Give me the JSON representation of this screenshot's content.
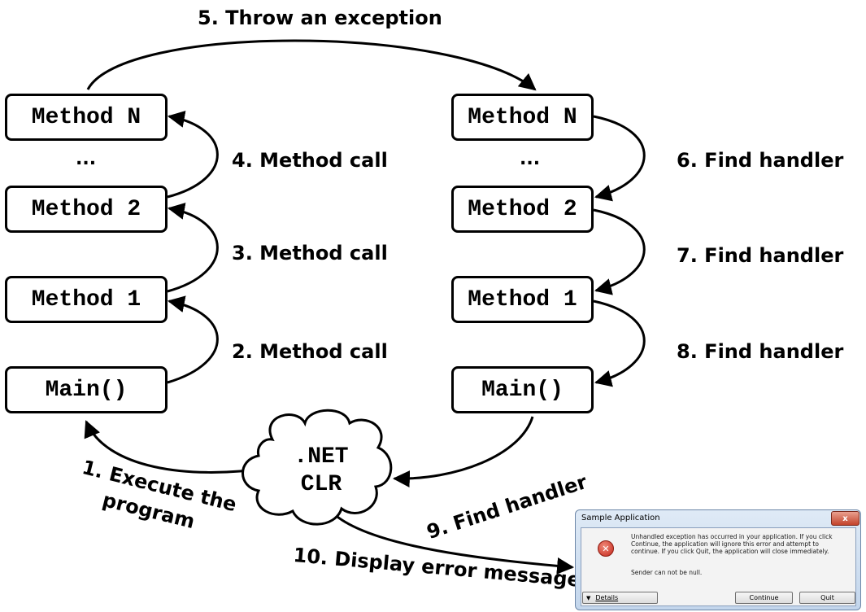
{
  "stack_left": {
    "method_n": "Method N",
    "dots": "...",
    "method_2": "Method 2",
    "method_1": "Method 1",
    "main": "Main()"
  },
  "stack_right": {
    "method_n": "Method N",
    "dots": "...",
    "method_2": "Method 2",
    "method_1": "Method 1",
    "main": "Main()"
  },
  "clr": {
    "line1": ".NET",
    "line2": "CLR"
  },
  "steps": {
    "s1_line1": "1. Execute the",
    "s1_line2": "program",
    "s2": "2. Method call",
    "s3": "3. Method call",
    "s4": "4. Method call",
    "s5": "5. Throw an exception",
    "s6": "6. Find handler",
    "s7": "7. Find handler",
    "s8": "8. Find handler",
    "s9": "9. Find handler",
    "s10": "10. Display error message"
  },
  "dialog": {
    "title": "Sample Application",
    "close_glyph": "x",
    "icon_glyph": "✕",
    "message": "Unhandled exception has occurred in your application. If you click Continue, the application will ignore this error and attempt to continue. If you click Quit, the application will close immediately.",
    "detail": "Sender can not be null.",
    "details_label": "Details",
    "details_arrow": "▼",
    "continue_label": "Continue",
    "quit_label": "Quit"
  }
}
